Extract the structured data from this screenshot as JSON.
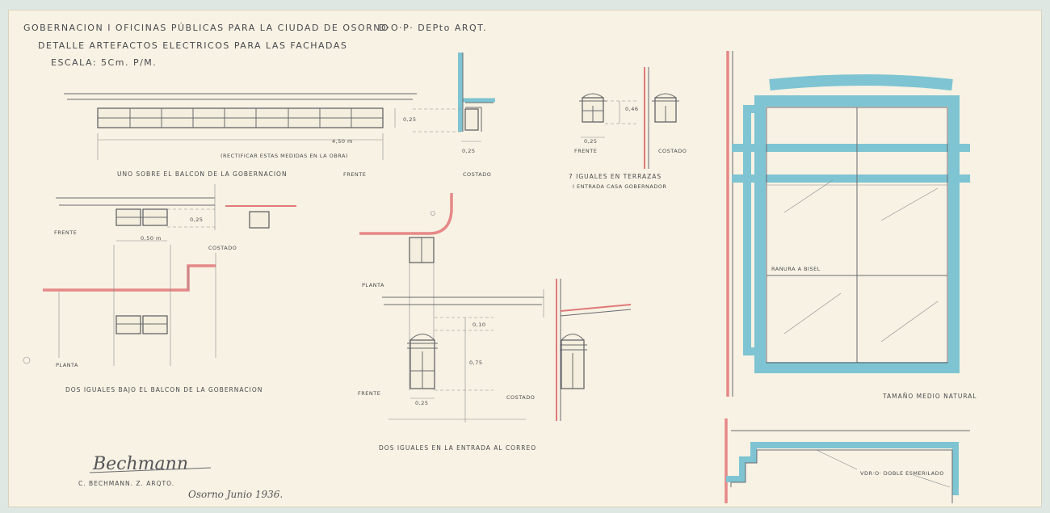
{
  "header": {
    "line1": "GOBERNACION I OFICINAS PÚBLICAS PARA LA CIUDAD DE OSORNO",
    "dop": "D·O·P· DEPto ARQT.",
    "line2": "DETALLE ARTEFACTOS ELECTRICOS PARA LAS FACHADAS",
    "scale": "ESCALA: 5Cm. P/M."
  },
  "detail_uno": {
    "dim_width": "4,50 m",
    "dim_height": "0,25",
    "note": "(RECTIFICAR ESTAS MEDIDAS EN LA OBRA)",
    "caption": "UNO SOBRE EL BALCON DE LA GOBERNACION",
    "frente": "FRENTE",
    "costado": "COSTADO",
    "costado_dim": "0,25"
  },
  "detail_siete": {
    "dim_height": "0,46",
    "dim_width": "0,25",
    "frente": "FRENTE",
    "costado": "COSTADO",
    "caption1": "7 IGUALES EN TERRAZAS",
    "caption2": "I ENTRADA CASA GOBERNADOR"
  },
  "detail_dos_balcon": {
    "frente": "FRENTE",
    "dim_height": "0,25",
    "dim_width": "0,50 m",
    "costado": "COSTADO",
    "planta": "PLANTA",
    "caption": "DOS IGUALES BAJO EL BALCON DE LA GOBERNACION"
  },
  "detail_dos_correo": {
    "planta": "PLANTA",
    "dim_top": "0,10",
    "dim_height": "0,75",
    "dim_width": "0,25",
    "frente": "FRENTE",
    "costado": "COSTADO",
    "caption": "DOS IGUALES EN LA ENTRADA AL CORREO"
  },
  "full_size": {
    "ranura": "RANURA A BISEL",
    "label": "TAMAÑO MEDIO NATURAL",
    "vidrio": "VDR·O· DOBLE ESMERILADO"
  },
  "signature": {
    "scrawl": "Bechmann",
    "name": "C. BECHMANN. Z. ARQTO.",
    "place_date": "Osorno Junio 1936."
  },
  "colors": {
    "paper": "#f7f2e3",
    "red_pencil": "#e07a7a",
    "blue_pencil": "#7ec4d2",
    "graphite": "#5a5a60"
  }
}
